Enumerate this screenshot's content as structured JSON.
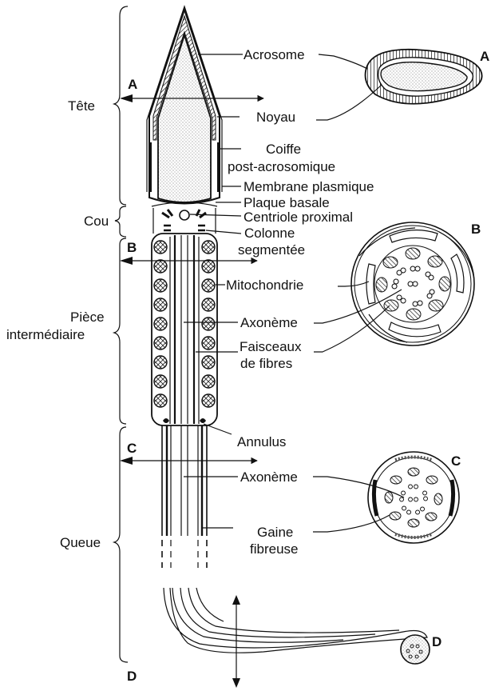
{
  "regions": {
    "tete": "Tête",
    "cou": "Cou",
    "piece_line1": "Pièce",
    "piece_line2": "intermédiaire",
    "queue": "Queue"
  },
  "labels": {
    "acrosome": "Acrosome",
    "noyau": "Noyau",
    "coiffe_line1": "Coiffe",
    "coiffe_line2": "post-acrosomique",
    "membrane": "Membrane plasmique",
    "plaque": "Plaque basale",
    "centriole": "Centriole proximal",
    "colonne_line1": "Colonne",
    "colonne_line2": "segmentée",
    "mitochondrie": "Mitochondrie",
    "axoneme_1": "Axonème",
    "faisceaux_line1": "Faisceaux",
    "faisceaux_line2": "de fibres",
    "annulus": "Annulus",
    "axoneme_2": "Axonème",
    "gaine_line1": "Gaine",
    "gaine_line2": "fibreuse"
  },
  "sections": {
    "a_left": "A",
    "a_right": "A",
    "b_left": "B",
    "b_right": "B",
    "c_left": "C",
    "c_right": "C",
    "d_bottom": "D",
    "d_right": "D"
  }
}
